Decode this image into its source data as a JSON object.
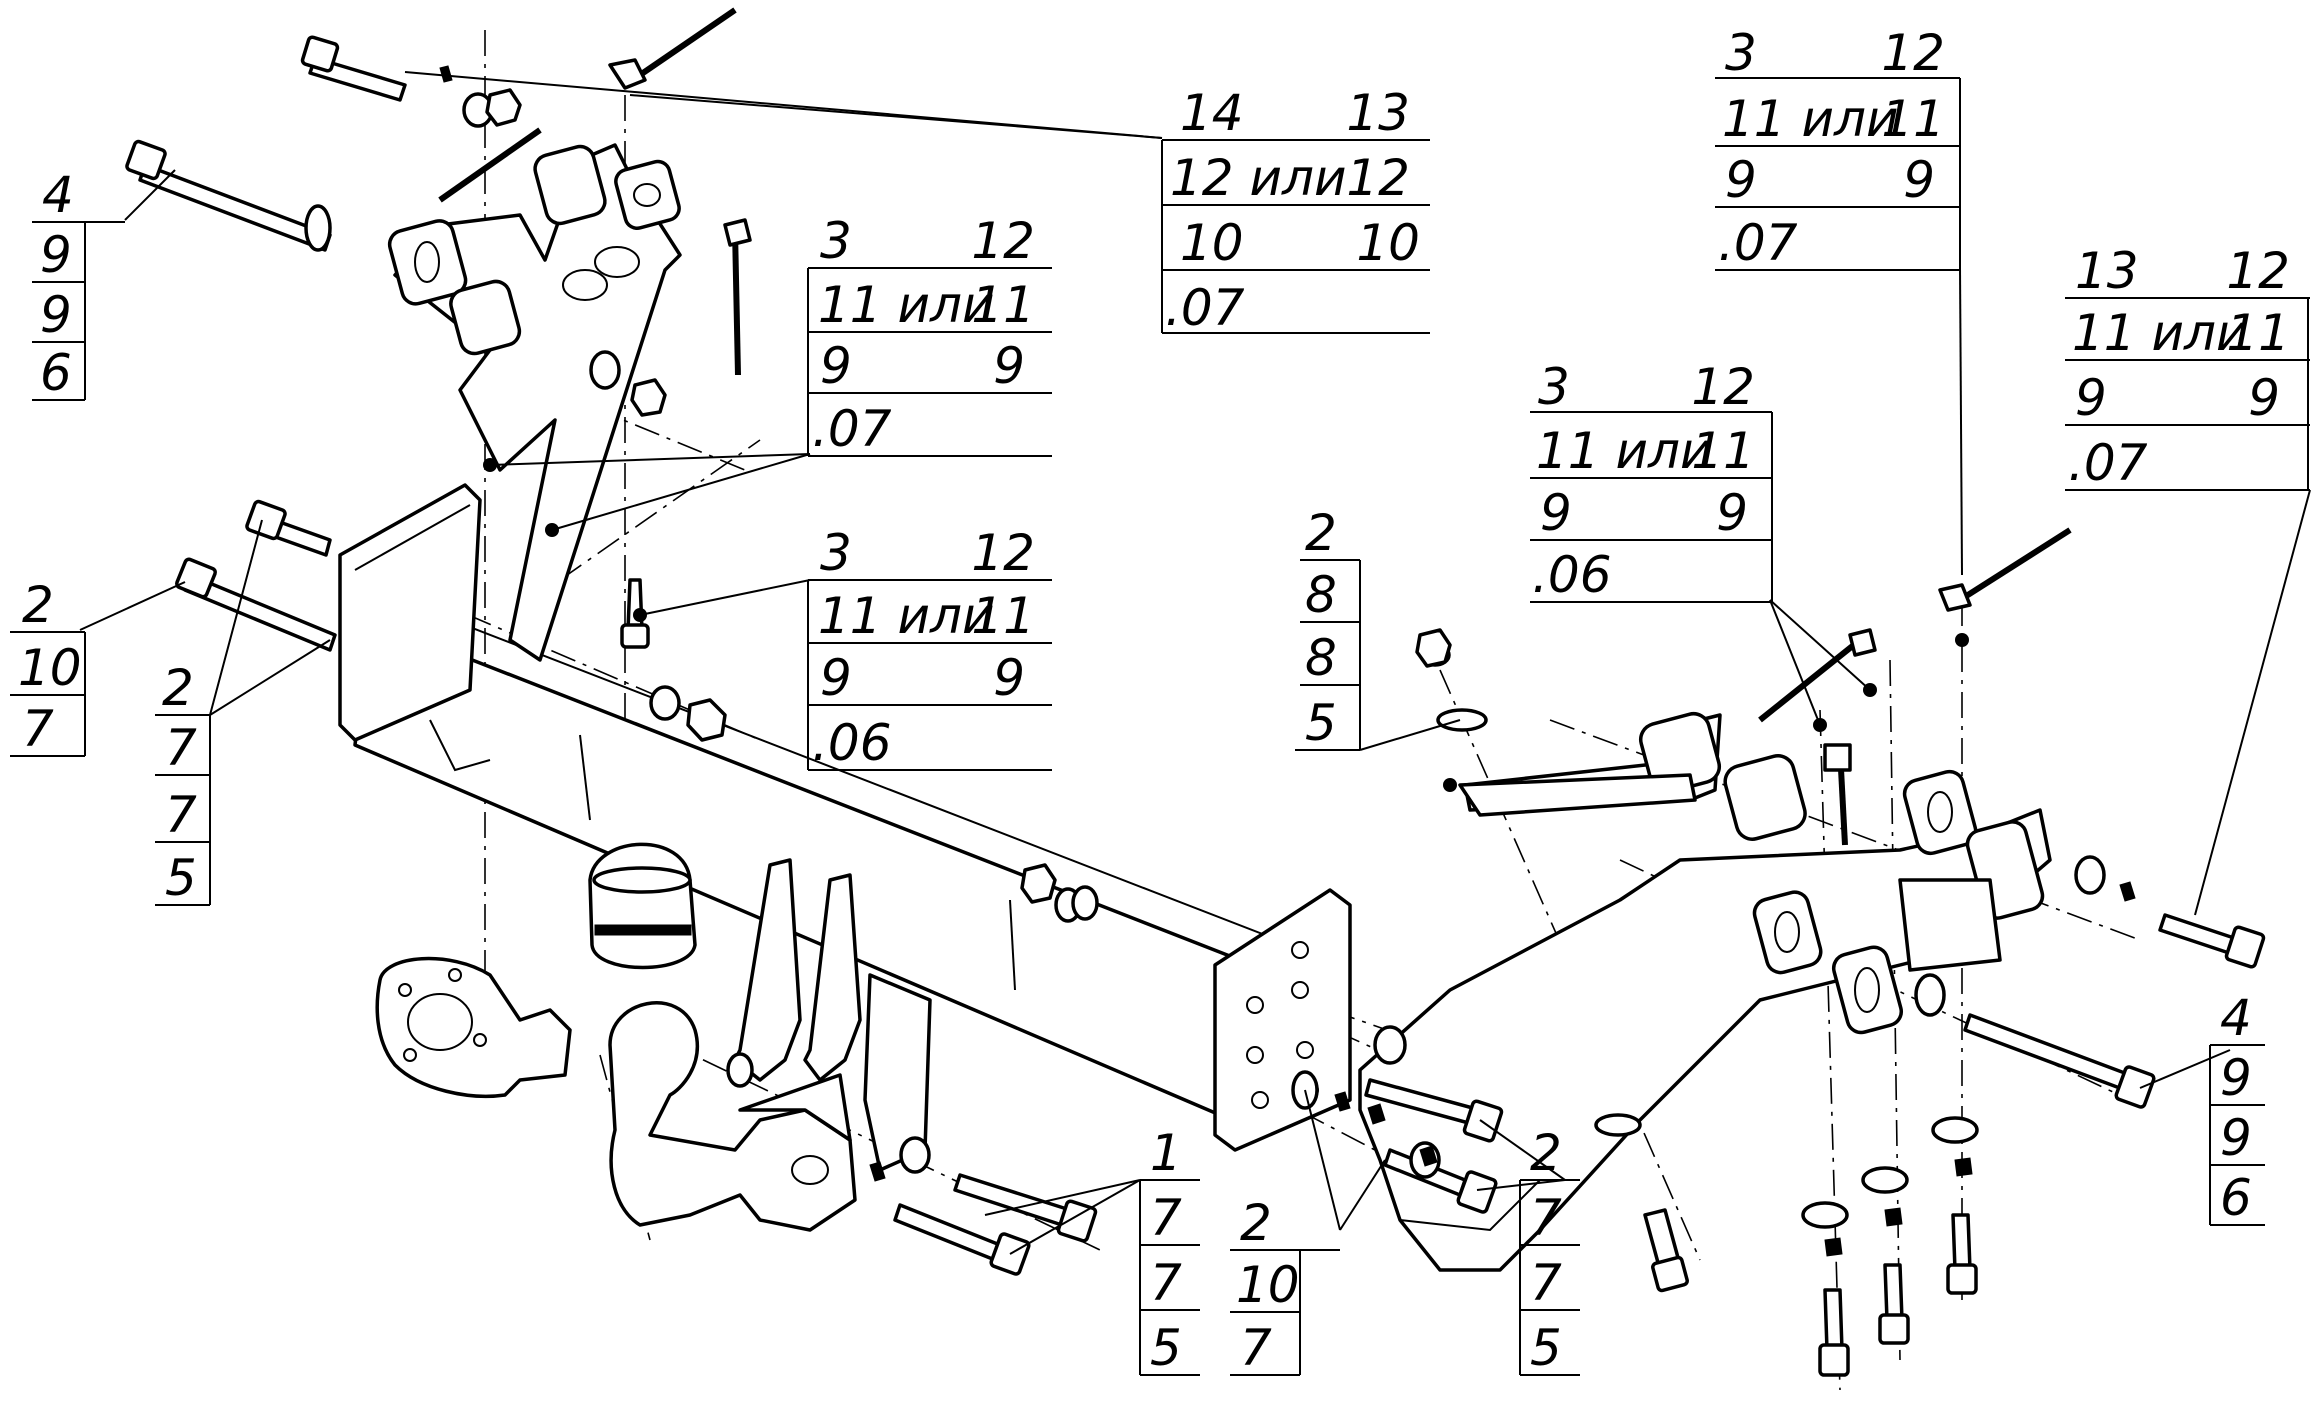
{
  "callouts": [
    {
      "id": "c1",
      "rows": [
        [
          "14",
          "13"
        ],
        [
          "12 или",
          "12"
        ],
        [
          "10",
          "10"
        ],
        [
          ".07",
          ""
        ]
      ]
    },
    {
      "id": "c2",
      "rows": [
        [
          "3",
          "12"
        ],
        [
          "11 или",
          "11"
        ],
        [
          "9",
          "9"
        ],
        [
          ".07",
          ""
        ]
      ]
    },
    {
      "id": "c3",
      "rows": [
        [
          "3",
          "12"
        ],
        [
          "11 или",
          "11"
        ],
        [
          "9",
          "9"
        ],
        [
          ".06",
          ""
        ]
      ]
    },
    {
      "id": "c4",
      "rows": [
        [
          "3",
          "12"
        ],
        [
          "11 или",
          "11"
        ],
        [
          "9",
          "9"
        ],
        [
          ".07",
          ""
        ]
      ]
    },
    {
      "id": "c5",
      "rows": [
        [
          "3",
          "12"
        ],
        [
          "11 или",
          "11"
        ],
        [
          "9",
          "9"
        ],
        [
          ".06",
          ""
        ]
      ]
    },
    {
      "id": "c6",
      "rows": [
        [
          "13",
          "12"
        ],
        [
          "11 или",
          "11"
        ],
        [
          "9",
          "9"
        ],
        [
          ".07",
          ""
        ]
      ]
    }
  ],
  "stacks": [
    {
      "id": "s1",
      "items": [
        "4",
        "9",
        "9",
        "6"
      ]
    },
    {
      "id": "s2",
      "items": [
        "2",
        "10",
        "7"
      ]
    },
    {
      "id": "s3",
      "items": [
        "2",
        "7",
        "7",
        "5"
      ]
    },
    {
      "id": "s4",
      "items": [
        "2",
        "8",
        "8",
        "5"
      ]
    },
    {
      "id": "s5",
      "items": [
        "1",
        "7",
        "7",
        "5"
      ]
    },
    {
      "id": "s6",
      "items": [
        "2",
        "10",
        "7"
      ]
    },
    {
      "id": "s7",
      "items": [
        "2",
        "7",
        "7",
        "5"
      ]
    },
    {
      "id": "s8",
      "items": [
        "4",
        "9",
        "9",
        "6"
      ]
    }
  ]
}
